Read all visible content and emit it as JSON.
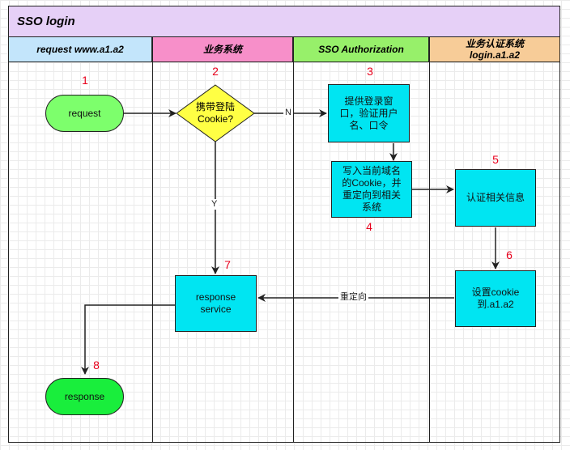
{
  "title": "SSO login",
  "lanes": [
    {
      "label": "request www.a1.a2",
      "color": "#c3e5fb"
    },
    {
      "label": "业务系统",
      "color": "#f78fc9"
    },
    {
      "label": "SSO Authorization",
      "color": "#97f06a"
    },
    {
      "label": "业务认证系统\nlogin.a1.a2",
      "color": "#f7cc98"
    }
  ],
  "nodes": {
    "request": {
      "label": "request",
      "color": "#7dff6c",
      "num": "1"
    },
    "cookie_check": {
      "label": "携带登陆\nCookie?",
      "color": "#ffff44",
      "num": "2"
    },
    "login_page": {
      "label": "提供登录窗\n口，验证用户\n名、口令",
      "num": "3"
    },
    "write_cookie": {
      "label": "写入当前域名\n的Cookie，并\n重定向到相关\n系统",
      "num": "4"
    },
    "auth_info": {
      "label": "认证相关信息",
      "num": "5"
    },
    "set_cookie": {
      "label": "设置cookie\n到.a1.a2",
      "num": "6"
    },
    "response_service": {
      "label": "response\nservice",
      "num": "7"
    },
    "response": {
      "label": "response",
      "color": "#19ee3c",
      "num": "8"
    }
  },
  "edges": {
    "no_label": "N",
    "yes_label": "Y",
    "redirect_label": "重定向"
  },
  "colors": {
    "rect_fill": "#00e5f2",
    "number_red": "#e8001c"
  }
}
